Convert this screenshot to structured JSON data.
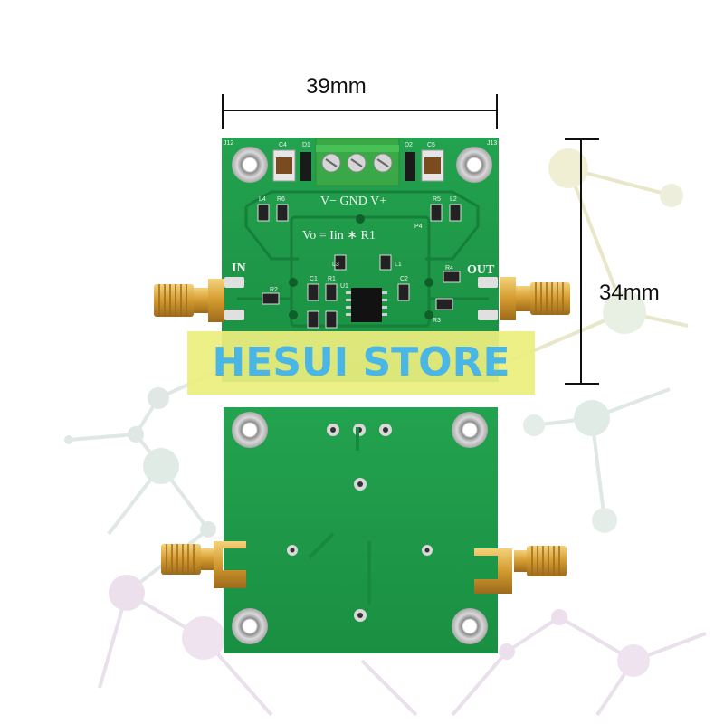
{
  "dimensions": {
    "width_label": "39mm",
    "height_label": "34mm"
  },
  "watermark": {
    "text": "HESUI STORE"
  },
  "board_top": {
    "terminal_label": "V− GND V+",
    "formula": "Vo = Iin ∗ R1",
    "in_label": "IN",
    "out_label": "OUT",
    "refs": {
      "j12": "J12",
      "j13": "J13",
      "c4": "C4",
      "d1": "D1",
      "d2": "D2",
      "c5": "C5",
      "l4": "L4",
      "r6": "R6",
      "r5": "R5",
      "l2": "L2",
      "p4": "P4",
      "l3": "L3",
      "l1": "L1",
      "c1": "C1",
      "r1": "R1",
      "c2": "C2",
      "u1": "U1",
      "r2": "R2",
      "r4": "R4",
      "r3": "R3"
    }
  },
  "colors": {
    "pcb_green": "#1f9a48",
    "pcb_dark": "#188a3c",
    "gold": "#d9a53a",
    "terminal_green": "#3ab24a",
    "banner_bg": "#ecee7e",
    "banner_text": "#4ab6e6"
  }
}
